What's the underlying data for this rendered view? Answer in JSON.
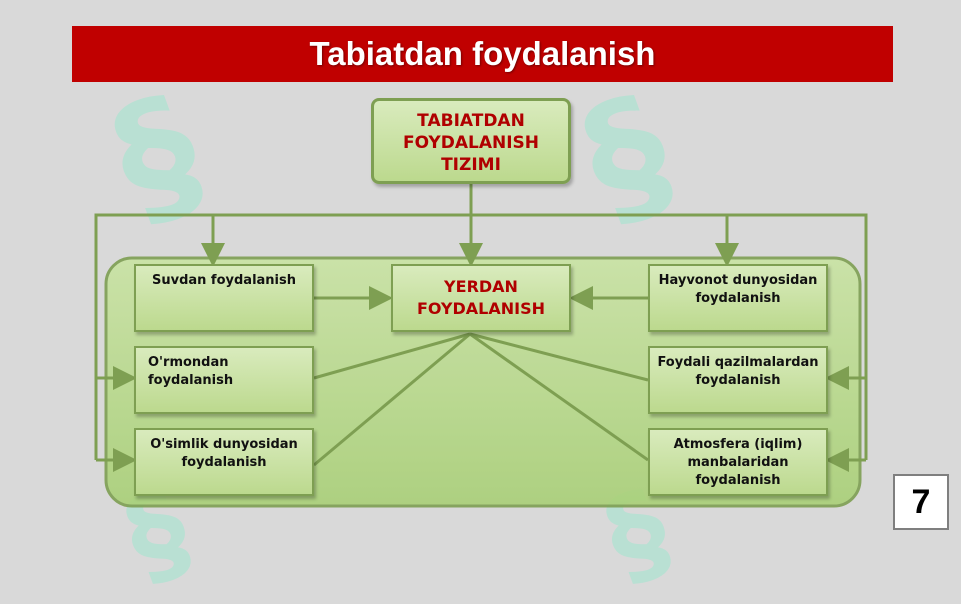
{
  "slide": {
    "title": "Tabiatdan foydalanish",
    "page_number": "7"
  },
  "diagram": {
    "top": "TABIATDAN FOYDALANISH TIZIMI",
    "center": "YERDAN FOYDALANISH",
    "left": [
      "Suvdan foydalanish",
      "O'rmondan foydalanish",
      "O'simlik dunyosidan foydalanish"
    ],
    "right": [
      "Hayvonot dunyosidan foydalanish",
      "Foydali qazilmalardan foydalanish",
      "Atmosfera (iqlim) manbalaridan foydalanish"
    ]
  },
  "colors": {
    "title_bar": "#c00000",
    "box_fill": "#c6e0a0",
    "box_border": "#7e9f52",
    "center_text": "#b00000",
    "background": "#d9d9d9"
  }
}
